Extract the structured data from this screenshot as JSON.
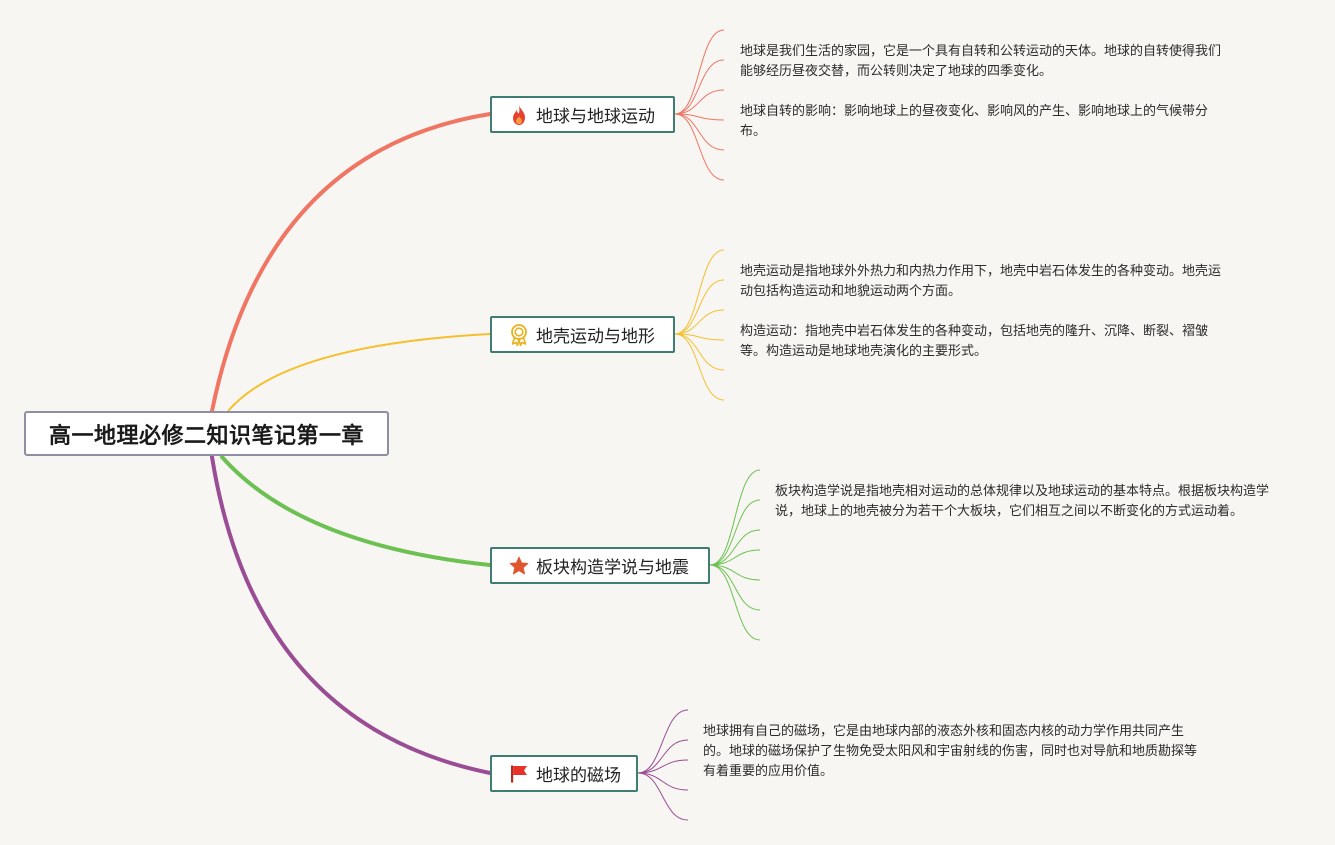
{
  "root": {
    "title": "高一地理必修二知识笔记第一章"
  },
  "colors": {
    "background": "#f8f6f3",
    "branch_1": "#f07563",
    "branch_2": "#f5bf2d",
    "branch_3": "#6cc152",
    "branch_4": "#9a4d94",
    "topic_border": "#3f7c72",
    "root_border": "#8f8fa3"
  },
  "topics": [
    {
      "label": "地球与地球运动",
      "icon": "fire-icon",
      "notes": [
        "地球是我们生活的家园，它是一个具有自转和公转运动的天体。地球的自转使得我们能够经历昼夜交替，而公转则决定了地球的四季变化。",
        "地球自转的影响：影响地球上的昼夜变化、影响风的产生、影响地球上的气候带分布。"
      ]
    },
    {
      "label": "地壳运动与地形",
      "icon": "award-badge-icon",
      "notes": [
        "地壳运动是指地球外外热力和内热力作用下，地壳中岩石体发生的各种变动。地壳运动包括构造运动和地貌运动两个方面。",
        "构造运动：指地壳中岩石体发生的各种变动，包括地壳的隆升、沉降、断裂、褶皱等。构造运动是地球地壳演化的主要形式。"
      ]
    },
    {
      "label": "板块构造学说与地震",
      "icon": "star-icon",
      "notes": [
        "板块构造学说是指地壳相对运动的总体规律以及地球运动的基本特点。根据板块构造学说，地球上的地壳被分为若干个大板块，它们相互之间以不断变化的方式运动着。"
      ]
    },
    {
      "label": "地球的磁场",
      "icon": "red-flag-icon",
      "notes": [
        "地球拥有自己的磁场，它是由地球内部的液态外核和固态内核的动力学作用共同产生的。地球的磁场保护了生物免受太阳风和宇宙射线的伤害，同时也对导航和地质勘探等有着重要的应用价值。"
      ]
    }
  ]
}
